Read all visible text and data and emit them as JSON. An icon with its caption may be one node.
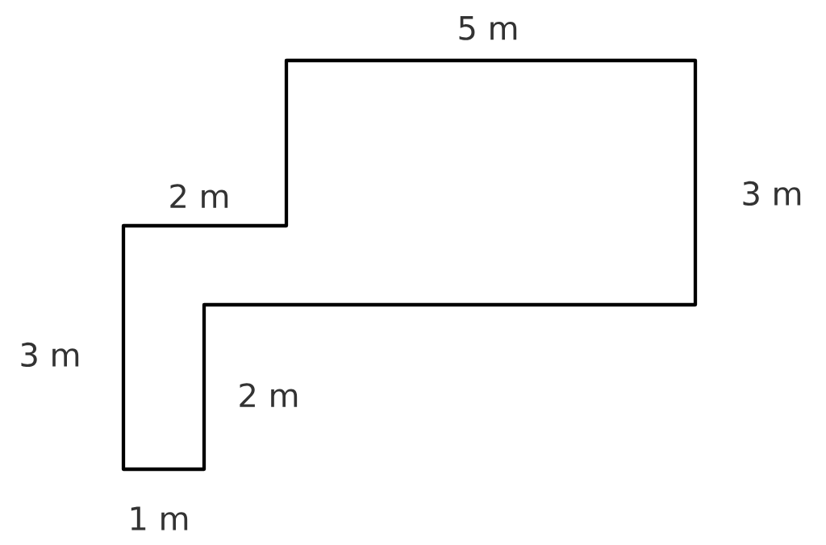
{
  "diagram": {
    "labels": [
      "5 m",
      "2 m",
      "3 m",
      "3 m",
      "2 m",
      "1 m"
    ]
  }
}
